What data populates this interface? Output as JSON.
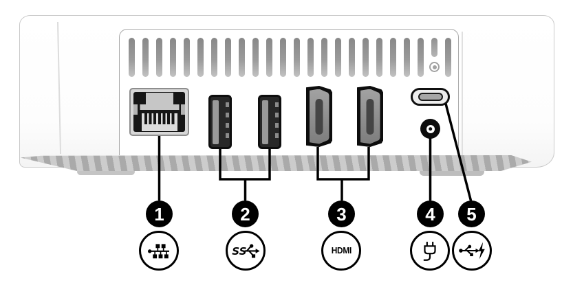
{
  "figure": {
    "type": "hardware-rear-view-diagram",
    "colors": {
      "background": "#ffffff",
      "callout": "#000000",
      "device_outline": "#c9c9c9",
      "vent": "#9a9a9a"
    }
  },
  "callouts": [
    {
      "number": "1",
      "icon": "ethernet-network-icon"
    },
    {
      "number": "2",
      "icon": "usb-superspeed-icon",
      "icon_text": "SS"
    },
    {
      "number": "3",
      "icon": "hdmi-icon",
      "icon_text": "HDMI"
    },
    {
      "number": "4",
      "icon": "power-plug-icon"
    },
    {
      "number": "5",
      "icon": "usb-charging-icon"
    }
  ]
}
